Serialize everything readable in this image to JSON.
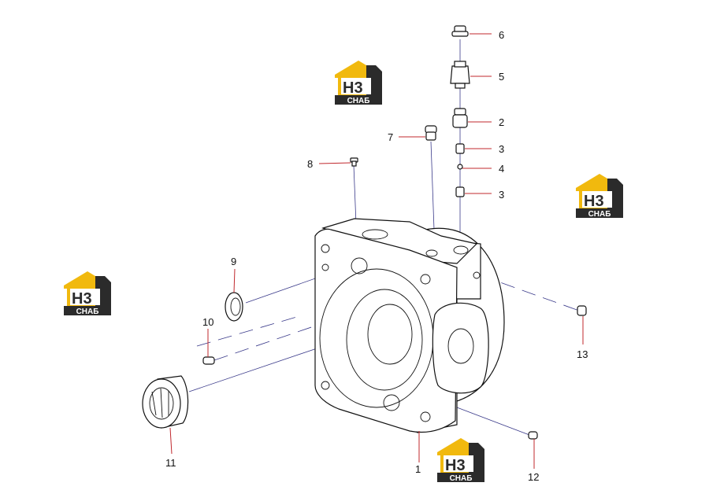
{
  "watermark": {
    "letters": "H3",
    "caption": "СНАБ",
    "colors": {
      "roof": "#f1b90e",
      "dark": "#2b2b2b",
      "text": "#ffffff"
    }
  },
  "callouts": [
    {
      "id": "6",
      "text": "6"
    },
    {
      "id": "5",
      "text": "5"
    },
    {
      "id": "2",
      "text": "2"
    },
    {
      "id": "7",
      "text": "7"
    },
    {
      "id": "3a",
      "text": "3"
    },
    {
      "id": "8",
      "text": "8"
    },
    {
      "id": "4",
      "text": "4"
    },
    {
      "id": "3b",
      "text": "3"
    },
    {
      "id": "9",
      "text": "9"
    },
    {
      "id": "10",
      "text": "10"
    },
    {
      "id": "13",
      "text": "13"
    },
    {
      "id": "11",
      "text": "11"
    },
    {
      "id": "1",
      "text": "1"
    },
    {
      "id": "12",
      "text": "12"
    }
  ],
  "colors": {
    "leader": "#c0282d",
    "axis": "#3a3a8a",
    "ink": "#111111"
  }
}
